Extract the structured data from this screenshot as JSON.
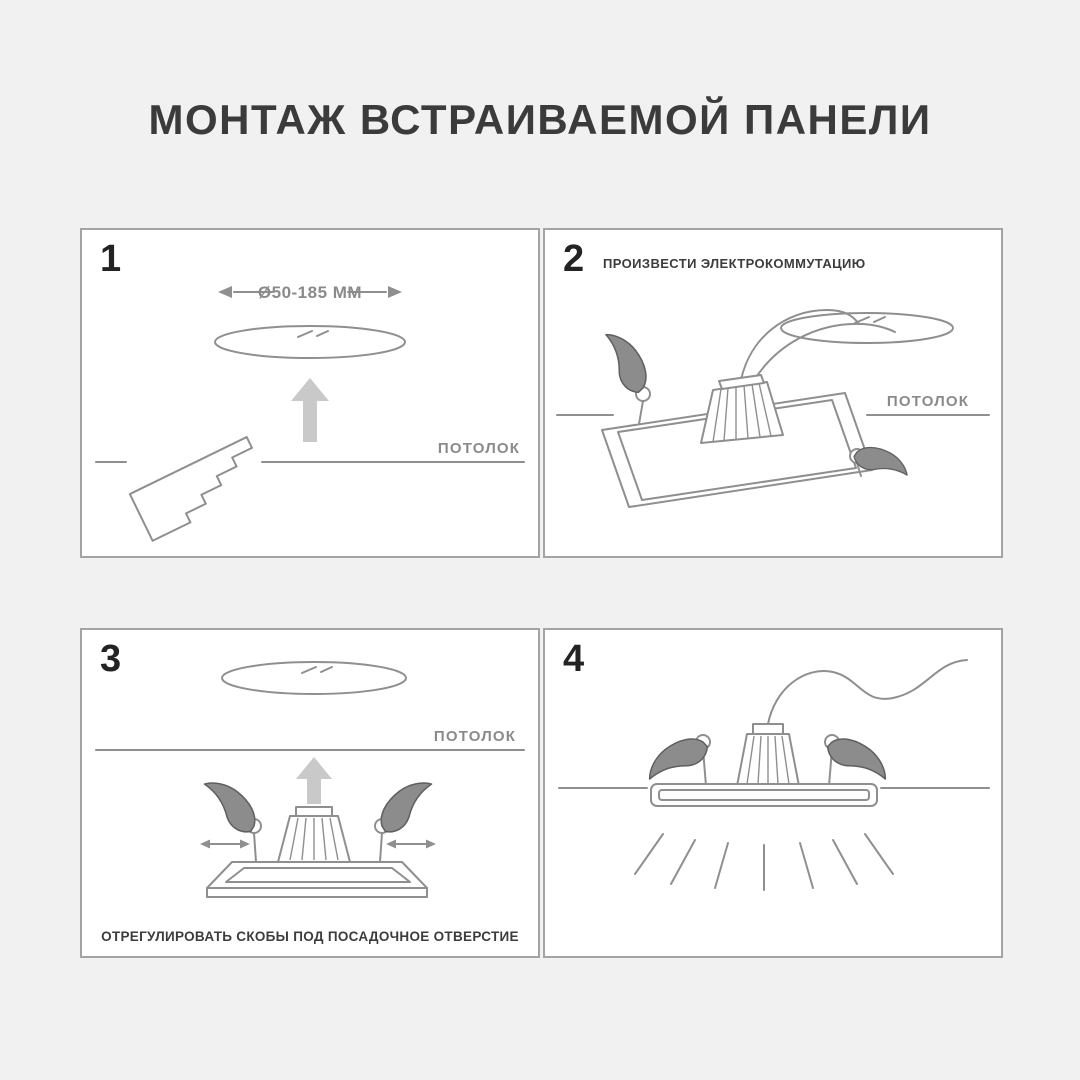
{
  "page": {
    "title": "МОНТАЖ ВСТРАИВАЕМОЙ ПАНЕЛИ"
  },
  "colors": {
    "background": "#f1f1f1",
    "line_art": "#8f8f8f",
    "label_gray": "#8a8a8a",
    "text_dark": "#3b3b3b",
    "panel_border": "#a4a4a4",
    "arrow_fill": "#c9c9c9"
  },
  "steps": [
    {
      "number": "1",
      "diameter_label": "Ø50-185 ММ",
      "ceiling_label": "ПОТОЛОК"
    },
    {
      "number": "2",
      "caption": "ПРОИЗВЕСТИ ЭЛЕКТРОКОММУТАЦИЮ",
      "ceiling_label": "ПОТОЛОК"
    },
    {
      "number": "3",
      "ceiling_label": "ПОТОЛОК",
      "caption": "ОТРЕГУЛИРОВАТЬ СКОБЫ ПОД ПОСАДОЧНОЕ ОТВЕРСТИЕ"
    },
    {
      "number": "4"
    }
  ]
}
